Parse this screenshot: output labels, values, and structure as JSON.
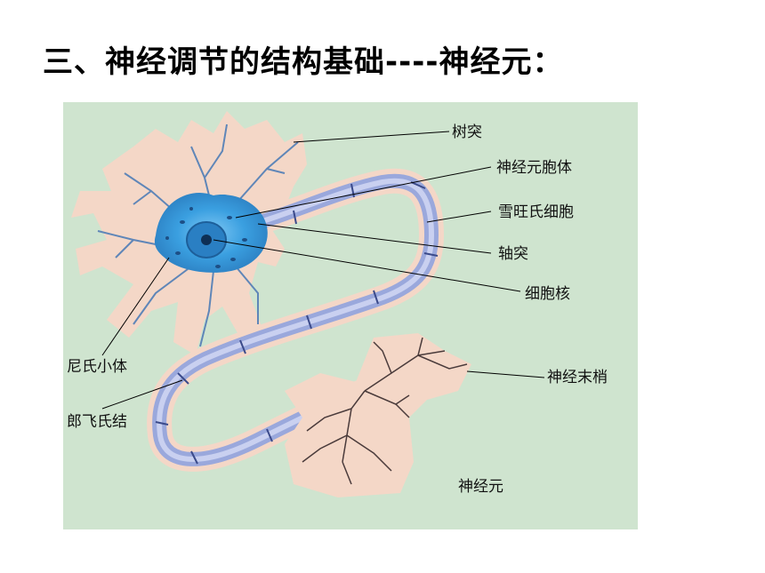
{
  "title": "三、神经调节的结构基础----神经元：",
  "colors": {
    "background": "#cfe4cf",
    "neuron_body": "#3a9fe0",
    "outline": "#f4d7c7",
    "axon": "#9aa8dc"
  },
  "labels": {
    "dendrite": "树突",
    "cell_body": "神经元胞体",
    "schwann_cell": "雪旺氏细胞",
    "axon": "轴突",
    "nucleus": "细胞核",
    "nissl_body": "尼氏小体",
    "node_of_ranvier": "郎飞氏结",
    "nerve_ending": "神经末梢",
    "neuron": "神经元"
  }
}
